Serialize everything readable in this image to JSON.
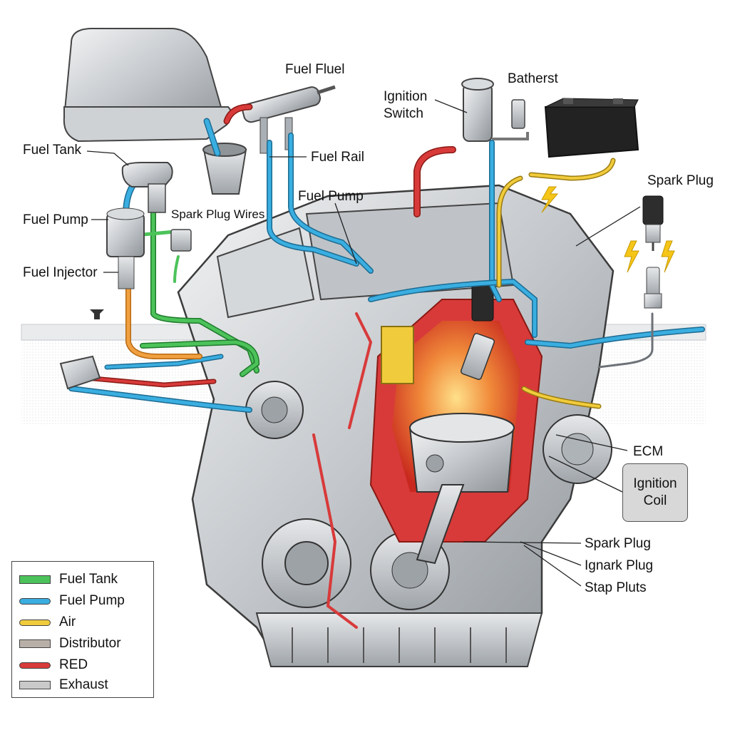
{
  "diagram": {
    "subject": "Engine fuel and ignition system cutaway",
    "labels": {
      "fuel_fluel": "Fuel Fluel",
      "ignition_switch_line1": "Ignition",
      "ignition_switch_line2": "Switch",
      "batherst": "Batherst",
      "fuel_tank": "Fuel Tank",
      "fuel_rail": "Fuel Rail",
      "fuel_pump_left": "Fuel Pump",
      "spark_plug_wires": "Spark Plug Wires",
      "fuel_pump_center": "Fuel Pump",
      "fuel_injector": "Fuel Injector",
      "spark_plug_top": "Spark Plug",
      "ecm": "ECM",
      "ignition_coil_line1": "Ignition",
      "ignition_coil_line2": "Coil",
      "spark_plug_bottom": "Spark Plug",
      "ignark_plug": "Ignark Plug",
      "stap_pluts": "Stap Pluts"
    }
  },
  "legend": {
    "items": [
      {
        "label": "Fuel Tank",
        "color": "#4cc35a",
        "style": "box"
      },
      {
        "label": "Fuel Pump",
        "color": "#3aaee0",
        "style": "pipe"
      },
      {
        "label": "Air",
        "color": "#f0cc3c",
        "style": "pipe"
      },
      {
        "label": "Distributor",
        "color": "#b8b0a8",
        "style": "box"
      },
      {
        "label": "RED",
        "color": "#d83a3a",
        "style": "pipe"
      },
      {
        "label": "Exhaust",
        "color": "#c9c9c9",
        "style": "box"
      }
    ]
  },
  "colors": {
    "fuel_line": "#3aaee0",
    "green_line": "#4cc35a",
    "air_line": "#f0cc3c",
    "red_line": "#d83a3a",
    "orange_line": "#f0a040",
    "metal": "#c8ccd0"
  }
}
